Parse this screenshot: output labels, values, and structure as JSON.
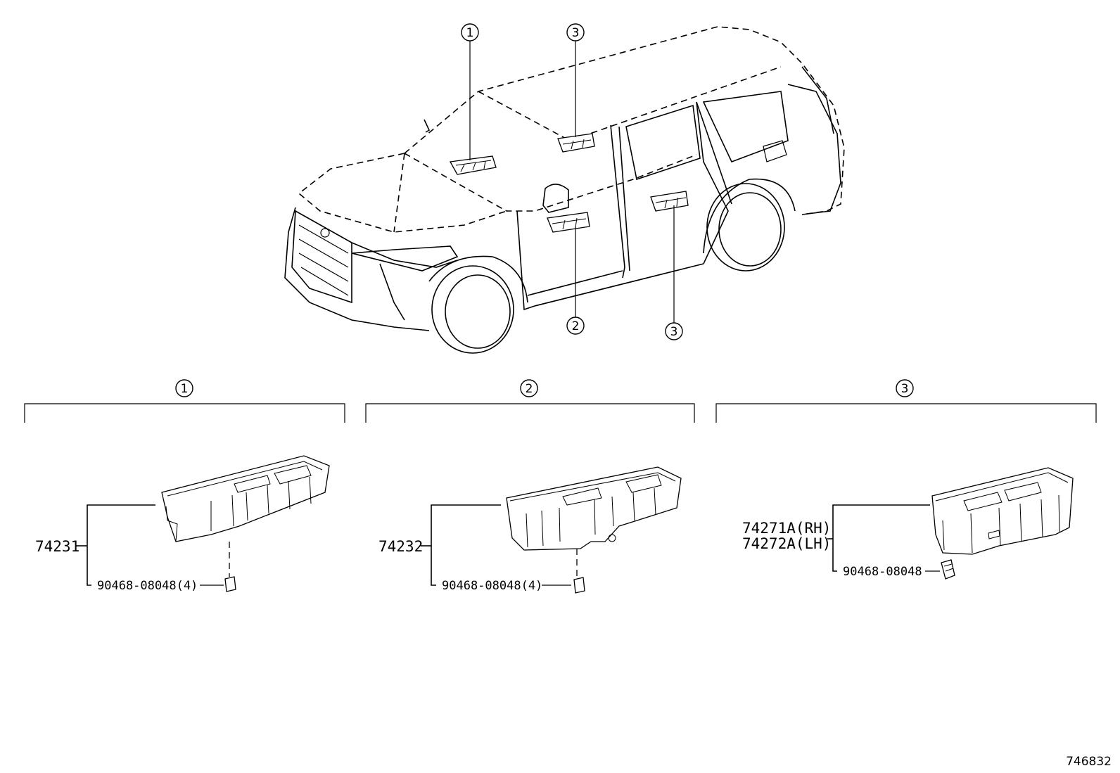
{
  "callouts": {
    "c1": "1",
    "c2": "2",
    "c3": "3"
  },
  "parts": {
    "p74231": "74231",
    "p74232": "74232",
    "p74271": "74271A(RH)",
    "p74272": "74272A(LH)",
    "screw1": "90468-08048(4)",
    "screw2": "90468-08048(4)",
    "screw3": "90468-08048"
  },
  "figure_code": "746832"
}
